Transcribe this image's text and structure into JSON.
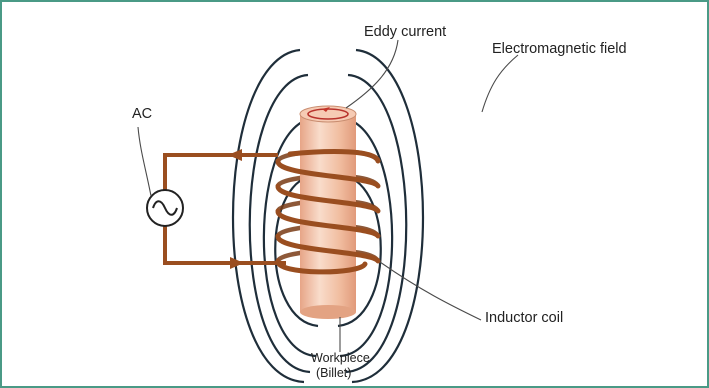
{
  "diagram": {
    "labels": {
      "eddy_current": "Eddy current",
      "electromagnetic_field": "Electromagnetic field",
      "ac": "AC",
      "inductor_coil": "Inductor coil",
      "workpiece": "Workpiece",
      "billet": "(Billet)"
    },
    "colors": {
      "frame": "#4a9a86",
      "coil": "#9a4e20",
      "field_lines": "#1f2e3a",
      "workpiece": "#f2c4aa",
      "leader_lines": "#4a4a4a"
    },
    "icons": [
      "ac-source-icon"
    ]
  }
}
